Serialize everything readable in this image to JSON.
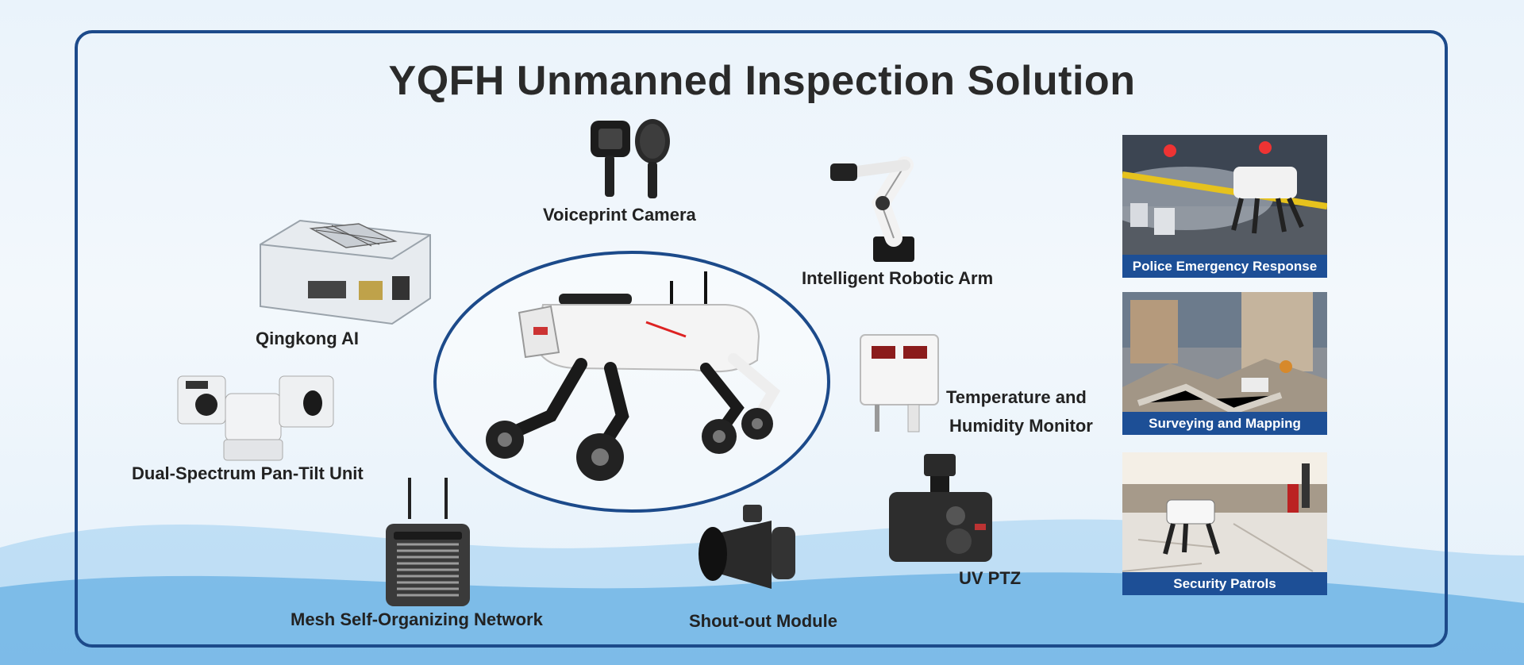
{
  "title": "YQFH Unmanned Inspection Solution",
  "modules": {
    "voiceprint_camera": "Voiceprint Camera",
    "robotic_arm": "Intelligent Robotic Arm",
    "qingkong_ai": "Qingkong AI",
    "temp_humidity_line1": "Temperature and",
    "temp_humidity_line2": "Humidity Monitor",
    "dual_spectrum": "Dual-Spectrum Pan-Tilt Unit",
    "uv_ptz": "UV PTZ",
    "mesh_network": "Mesh Self-Organizing Network",
    "shout_out": "Shout-out Module"
  },
  "scenarios": [
    {
      "label": "Police Emergency Response"
    },
    {
      "label": "Surveying and Mapping"
    },
    {
      "label": "Security Patrols"
    }
  ],
  "colors": {
    "frame": "#1c4a8a",
    "caption_bg": "#1d4f96",
    "wave": "#5aa9e0"
  }
}
